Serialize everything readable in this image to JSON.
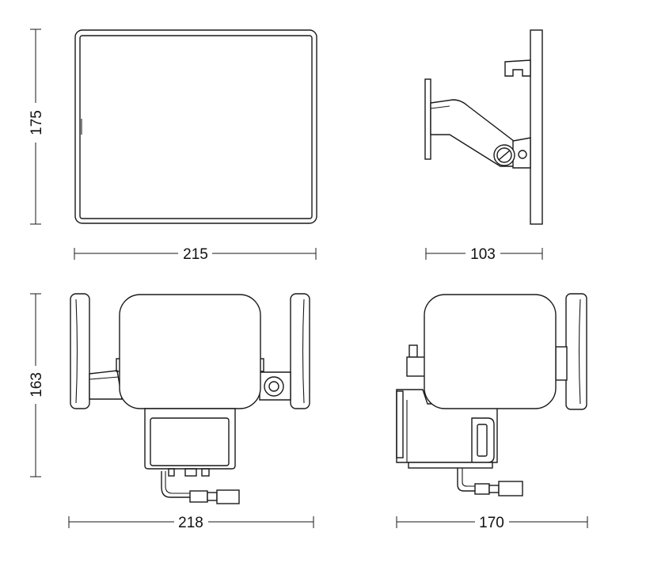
{
  "dimensions": {
    "top_front_width": "215",
    "top_front_height": "175",
    "top_side_width": "103",
    "bottom_front_width": "218",
    "bottom_front_height": "163",
    "bottom_side_width": "170"
  }
}
